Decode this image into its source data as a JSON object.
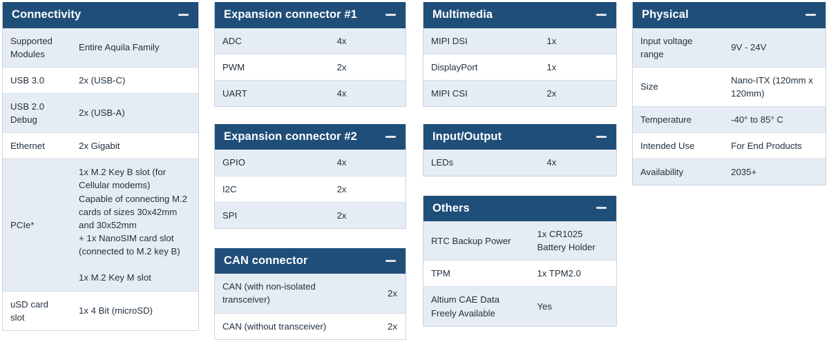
{
  "theme": {
    "header_blue": "#1f4e79",
    "row_odd": "#e6ecf3",
    "row_even": "#ffffff",
    "border": "#c8d4e0",
    "text": "#22313f",
    "page_background": "#ffffff"
  },
  "icons": {
    "collapse": "minus-icon"
  },
  "columns": [
    {
      "id": "column-1",
      "cards": [
        {
          "id": "connectivity",
          "title": "Connectivity",
          "split": "split-35",
          "rows": [
            {
              "label": "Supported Modules",
              "value": "Entire Aquila Family"
            },
            {
              "label": "USB 3.0",
              "value": "2x (USB-C)"
            },
            {
              "label": "USB 2.0 Debug",
              "value": "2x (USB-A)"
            },
            {
              "label": "Ethernet",
              "value": "2x Gigabit"
            },
            {
              "label": "PCIe*",
              "value": "1x M.2 Key B slot (for Cellular modems)\nCapable of connecting M.2 cards of sizes 30x42mm and 30x52mm\n+ 1x NanoSIM card slot (connected to M.2 key B)\n\n1x M.2 Key M slot"
            },
            {
              "label": "uSD card slot",
              "value": "1x 4 Bit (microSD)"
            }
          ]
        }
      ]
    },
    {
      "id": "column-2",
      "cards": [
        {
          "id": "expansion-connector-1",
          "title": "Expansion connector #1",
          "split": "split-60",
          "rows": [
            {
              "label": "ADC",
              "value": "4x"
            },
            {
              "label": "PWM",
              "value": "2x"
            },
            {
              "label": "UART",
              "value": "4x"
            }
          ]
        },
        {
          "id": "expansion-connector-2",
          "title": "Expansion connector #2",
          "split": "split-60",
          "rows": [
            {
              "label": "GPIO",
              "value": "4x"
            },
            {
              "label": "I2C",
              "value": "2x"
            },
            {
              "label": "SPI",
              "value": "2x"
            }
          ]
        },
        {
          "id": "can-connector",
          "title": "CAN connector",
          "split": "split-82",
          "rows": [
            {
              "label": "CAN (with non-isolated transceiver)",
              "value": "2x"
            },
            {
              "label": "CAN (without transceiver)",
              "value": "2x"
            }
          ]
        }
      ]
    },
    {
      "id": "column-3",
      "cards": [
        {
          "id": "multimedia",
          "title": "Multimedia",
          "split": "split-60",
          "rows": [
            {
              "label": "MIPI DSI",
              "value": "1x"
            },
            {
              "label": "DisplayPort",
              "value": "1x"
            },
            {
              "label": "MIPI CSI",
              "value": "2x"
            }
          ]
        },
        {
          "id": "input-output",
          "title": "Input/Output",
          "split": "split-60",
          "rows": [
            {
              "label": "LEDs",
              "value": "4x"
            }
          ]
        },
        {
          "id": "others",
          "title": "Others",
          "split": "split-55",
          "rows": [
            {
              "label": "RTC Backup Power",
              "value": "1x CR1025 Battery Holder"
            },
            {
              "label": "TPM",
              "value": "1x TPM2.0"
            },
            {
              "label": "Altium CAE Data Freely Available",
              "value": "Yes"
            }
          ]
        }
      ]
    },
    {
      "id": "column-4",
      "cards": [
        {
          "id": "physical",
          "title": "Physical",
          "split": "split-47",
          "rows": [
            {
              "label": "Input voltage range",
              "value": "9V - 24V"
            },
            {
              "label": "Size",
              "value": "Nano-ITX (120mm x 120mm)"
            },
            {
              "label": "Temperature",
              "value": "-40° to 85° C"
            },
            {
              "label": "Intended Use",
              "value": "For End Products"
            },
            {
              "label": "Availability",
              "value": "2035+"
            }
          ]
        }
      ]
    }
  ]
}
